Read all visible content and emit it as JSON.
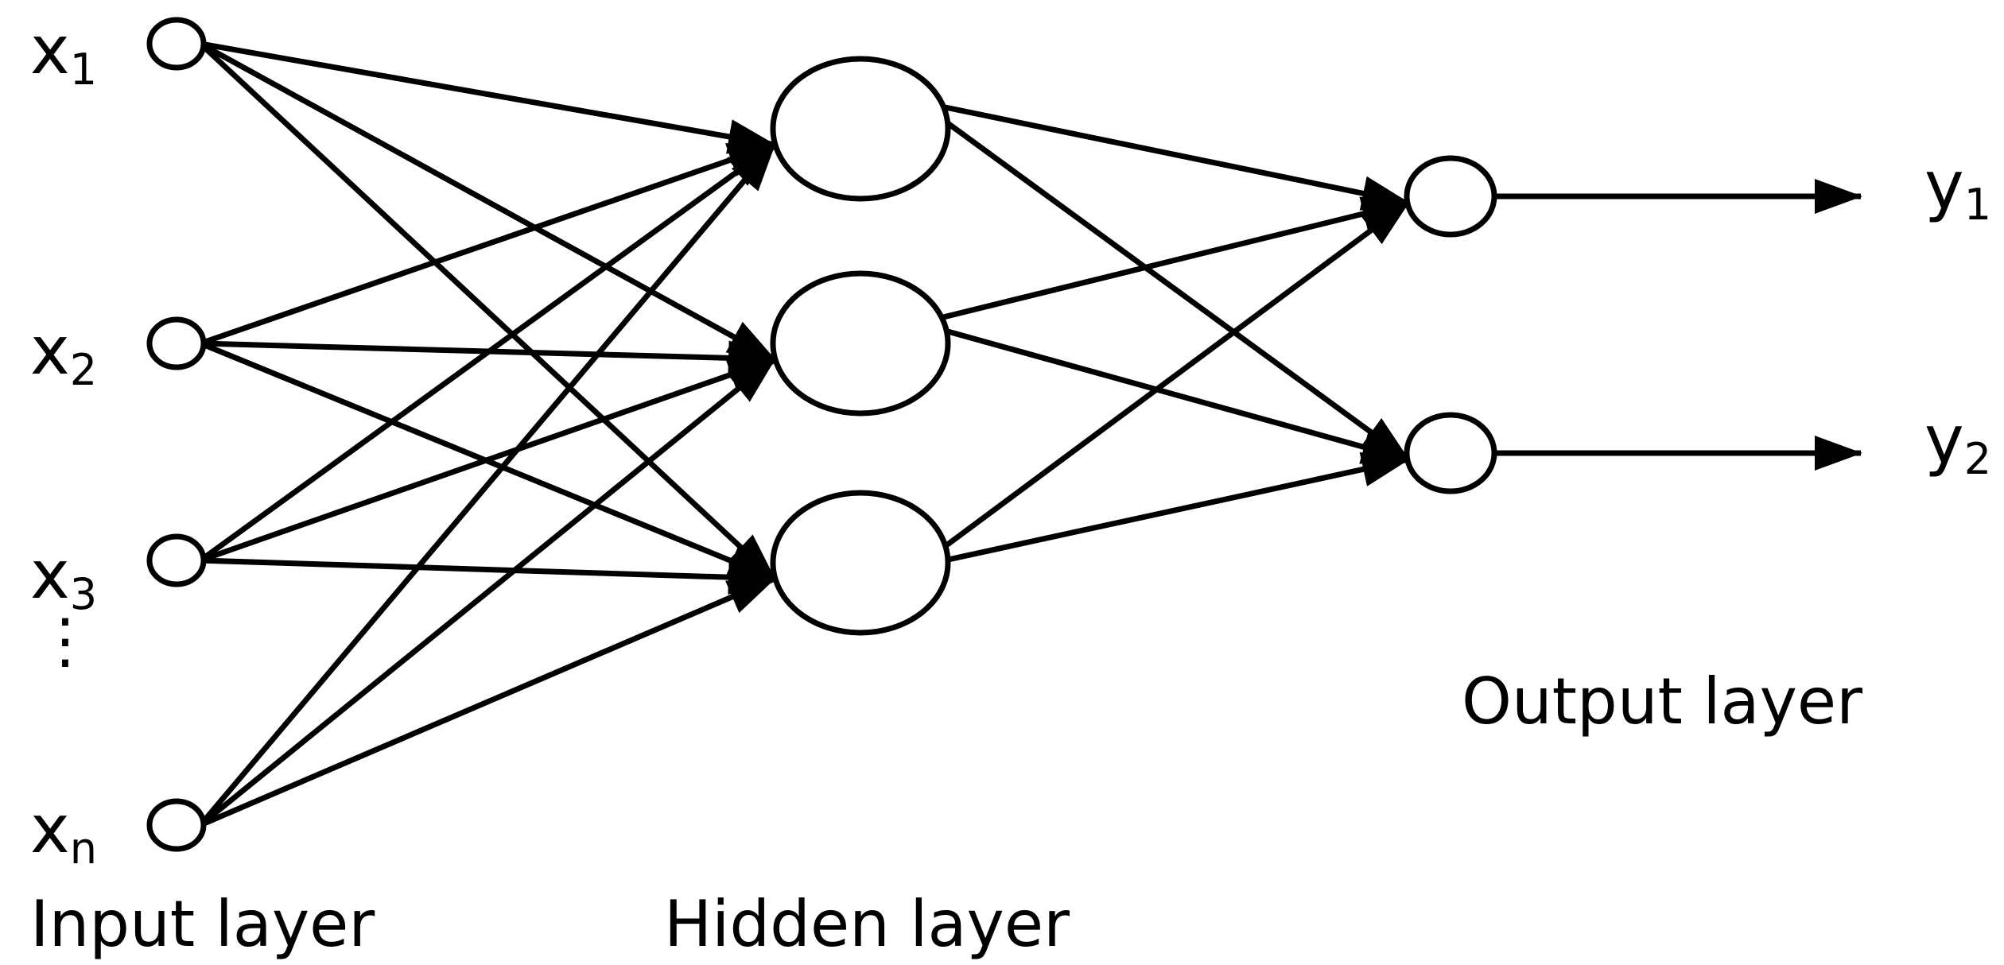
{
  "diagram": {
    "inputs": [
      {
        "base": "x",
        "sub": "1"
      },
      {
        "base": "x",
        "sub": "2"
      },
      {
        "base": "x",
        "sub": "3"
      },
      {
        "base": "x",
        "sub": "n"
      }
    ],
    "ellipsis": "⋮",
    "hidden_count": 3,
    "outputs": [
      {
        "base": "y",
        "sub": "1"
      },
      {
        "base": "y",
        "sub": "2"
      }
    ],
    "layer_labels": {
      "input": "Input layer",
      "hidden": "Hidden layer",
      "output": "Output layer"
    },
    "colors": {
      "stroke": "#000000",
      "background": "#ffffff"
    }
  }
}
